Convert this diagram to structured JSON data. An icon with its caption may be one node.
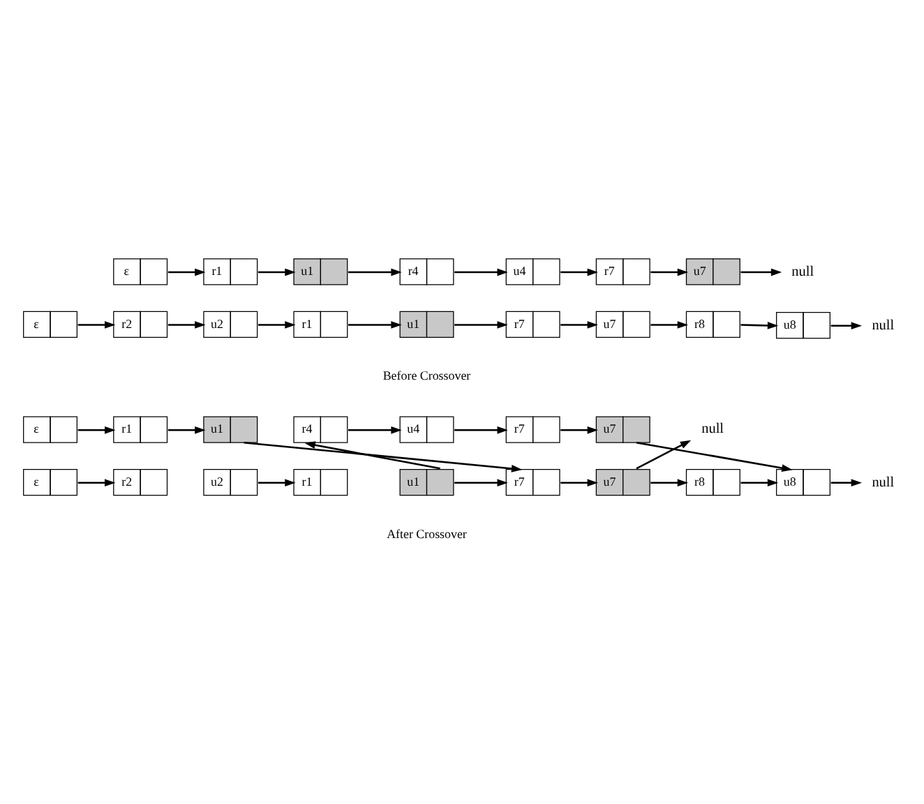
{
  "diagram": {
    "nodes": [
      {
        "text": [
          "ε"
        ]
      },
      {
        "text": [
          "r1"
        ]
      },
      {
        "text": [
          "u1"
        ]
      },
      {
        "text": [
          "r4"
        ]
      },
      {
        "text": [
          "u4"
        ]
      },
      {
        "text": [
          "r7"
        ]
      },
      {
        "text": [
          "u7"
        ]
      },
      {
        "text": [
          "null"
        ]
      },
      {
        "text": [
          "ε"
        ]
      },
      {
        "text": [
          "r2"
        ]
      },
      {
        "text": [
          "u2"
        ]
      },
      {
        "text": [
          "r1"
        ]
      },
      {
        "text": [
          "u1"
        ]
      },
      {
        "text": [
          "r7"
        ]
      },
      {
        "text": [
          "u7"
        ]
      },
      {
        "text": [
          "r8"
        ]
      },
      {
        "text": [
          "u8"
        ]
      },
      {
        "text": [
          "null"
        ]
      },
      {
        "text": [
          "ε"
        ]
      },
      {
        "text": [
          "r1"
        ]
      },
      {
        "text": [
          "u1"
        ]
      },
      {
        "text": [
          "r4"
        ]
      },
      {
        "text": [
          "u4"
        ]
      },
      {
        "text": [
          "r7"
        ]
      },
      {
        "text": [
          "u7"
        ]
      },
      {
        "text": [
          "null"
        ]
      },
      {
        "text": [
          "ε"
        ]
      },
      {
        "text": [
          "r2"
        ]
      },
      {
        "text": [
          "u2"
        ]
      },
      {
        "text": [
          "r1"
        ]
      },
      {
        "text": [
          "u1"
        ]
      },
      {
        "text": [
          "r7"
        ]
      },
      {
        "text": [
          "u7"
        ]
      },
      {
        "text": [
          "r8"
        ]
      },
      {
        "text": [
          "u8"
        ]
      },
      {
        "text": [
          "null"
        ]
      }
    ],
    "edges": [
      {
        "from": 0,
        "to": 1,
        "arrow": "to"
      },
      {
        "from": 1,
        "to": 2,
        "arrow": "to"
      },
      {
        "from": 2,
        "to": 3,
        "arrow": "to"
      },
      {
        "from": 3,
        "to": 4,
        "arrow": "to"
      },
      {
        "from": 4,
        "to": 5,
        "arrow": "to"
      },
      {
        "from": 5,
        "to": 6,
        "arrow": "to"
      },
      {
        "from": 6,
        "to": 7,
        "arrow": "to"
      },
      {
        "from": 8,
        "to": 9,
        "arrow": "to"
      },
      {
        "from": 9,
        "to": 10,
        "arrow": "to"
      },
      {
        "from": 10,
        "to": 11,
        "arrow": "to"
      },
      {
        "from": 11,
        "to": 12,
        "arrow": "to"
      },
      {
        "from": 12,
        "to": 13,
        "arrow": "to"
      },
      {
        "from": 13,
        "to": 14,
        "arrow": "to"
      },
      {
        "from": 14,
        "to": 15,
        "arrow": "to"
      },
      {
        "from": 15,
        "to": 16,
        "arrow": "to"
      },
      {
        "from": 16,
        "to": 17,
        "arrow": "to"
      },
      {
        "from": 18,
        "to": 19,
        "arrow": "to"
      },
      {
        "from": 19,
        "to": 20,
        "arrow": "to"
      },
      {
        "from": 20,
        "to": 31,
        "arrow": "to"
      },
      {
        "from": 21,
        "to": 22,
        "arrow": "to"
      },
      {
        "from": 22,
        "to": 23,
        "arrow": "to"
      },
      {
        "from": 23,
        "to": 24,
        "arrow": "to"
      },
      {
        "from": 24,
        "to": 34,
        "arrow": "to"
      },
      {
        "from": 26,
        "to": 27,
        "arrow": "to"
      },
      {
        "from": 28,
        "to": 29,
        "arrow": "to"
      },
      {
        "from": 30,
        "to": 21,
        "arrow": "to"
      },
      {
        "from": 30,
        "to": 31,
        "arrow": "to"
      },
      {
        "from": 31,
        "to": 32,
        "arrow": "to"
      },
      {
        "from": 32,
        "to": 33,
        "arrow": "to"
      },
      {
        "from": 32,
        "to": 25,
        "arrow": "to"
      },
      {
        "from": 33,
        "to": 34,
        "arrow": "to"
      },
      {
        "from": 34,
        "to": 35,
        "arrow": "to"
      }
    ],
    "labels": [
      "Before Crossover",
      "After Crossover"
    ]
  }
}
